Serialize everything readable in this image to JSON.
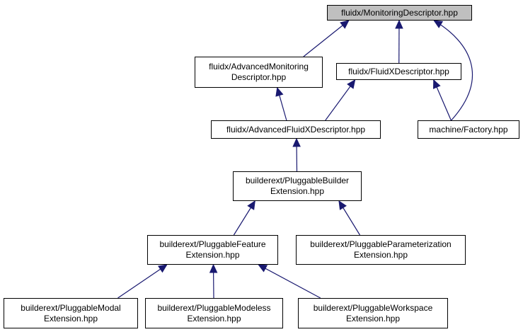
{
  "colors": {
    "edge": "#191970",
    "root_fill": "#bfbfbf",
    "node_fill": "#ffffff",
    "node_border": "#000000"
  },
  "nodes": {
    "monitoring_descriptor": {
      "line1": "fluidx/MonitoringDescriptor.hpp",
      "line2": ""
    },
    "advanced_monitoring_descriptor": {
      "line1": "fluidx/AdvancedMonitoring",
      "line2": "Descriptor.hpp"
    },
    "fluidx_descriptor": {
      "line1": "fluidx/FluidXDescriptor.hpp",
      "line2": ""
    },
    "advanced_fluidx_descriptor": {
      "line1": "fluidx/AdvancedFluidXDescriptor.hpp",
      "line2": ""
    },
    "machine_factory": {
      "line1": "machine/Factory.hpp",
      "line2": ""
    },
    "pluggable_builder_extension": {
      "line1": "builderext/PluggableBuilder",
      "line2": "Extension.hpp"
    },
    "pluggable_feature_extension": {
      "line1": "builderext/PluggableFeature",
      "line2": "Extension.hpp"
    },
    "pluggable_parameterization_extension": {
      "line1": "builderext/PluggableParameterization",
      "line2": "Extension.hpp"
    },
    "pluggable_modal_extension": {
      "line1": "builderext/PluggableModal",
      "line2": "Extension.hpp"
    },
    "pluggable_modeless_extension": {
      "line1": "builderext/PluggableModeless",
      "line2": "Extension.hpp"
    },
    "pluggable_workspace_extension": {
      "line1": "builderext/PluggableWorkspace",
      "line2": "Extension.hpp"
    }
  },
  "edges": [
    {
      "from": "advanced_monitoring_descriptor",
      "to": "monitoring_descriptor"
    },
    {
      "from": "fluidx_descriptor",
      "to": "monitoring_descriptor"
    },
    {
      "from": "machine_factory",
      "to": "monitoring_descriptor"
    },
    {
      "from": "advanced_fluidx_descriptor",
      "to": "advanced_monitoring_descriptor"
    },
    {
      "from": "advanced_fluidx_descriptor",
      "to": "fluidx_descriptor"
    },
    {
      "from": "machine_factory",
      "to": "fluidx_descriptor"
    },
    {
      "from": "pluggable_builder_extension",
      "to": "advanced_fluidx_descriptor"
    },
    {
      "from": "pluggable_feature_extension",
      "to": "pluggable_builder_extension"
    },
    {
      "from": "pluggable_parameterization_extension",
      "to": "pluggable_builder_extension"
    },
    {
      "from": "pluggable_modal_extension",
      "to": "pluggable_feature_extension"
    },
    {
      "from": "pluggable_modeless_extension",
      "to": "pluggable_feature_extension"
    },
    {
      "from": "pluggable_workspace_extension",
      "to": "pluggable_feature_extension"
    }
  ]
}
